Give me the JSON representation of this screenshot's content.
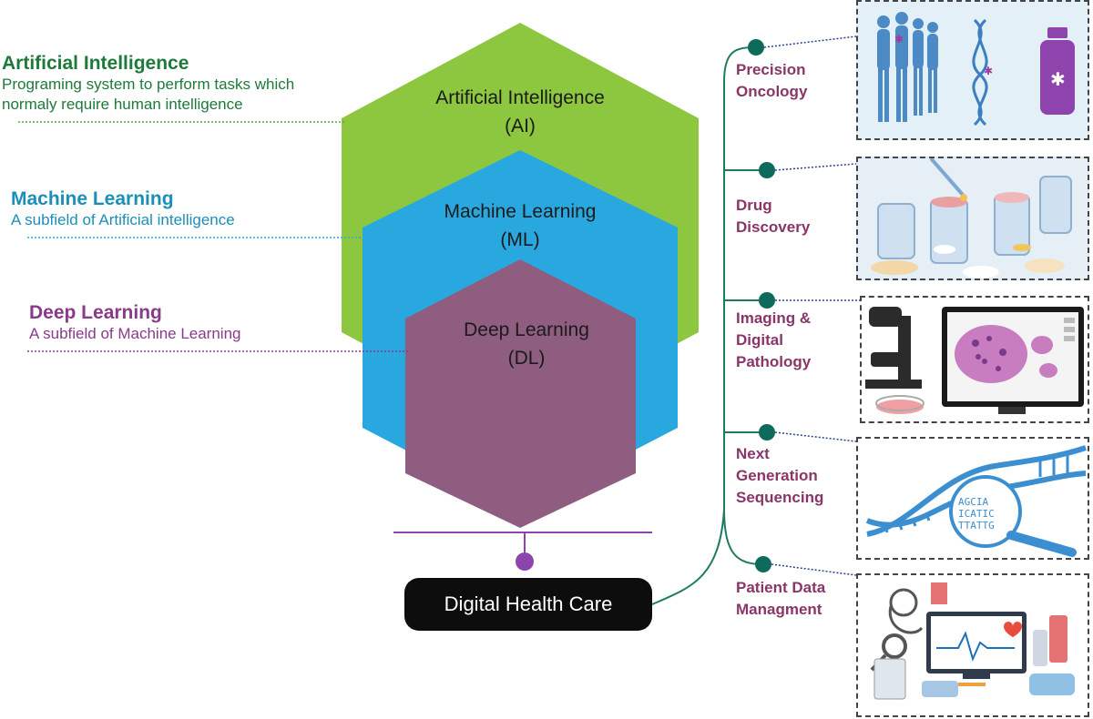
{
  "layers": [
    {
      "title": "Artificial Intelligence",
      "description_line1": "Programing system to perform tasks which",
      "description_line2": "normaly require human intelligence",
      "hex_line1": "Artificial Intelligence",
      "hex_line2": "(AI)",
      "color": "#8dc63f",
      "text_color": "#1d7a3a"
    },
    {
      "title": "Machine Learning",
      "description_line1": "A subfield of Artificial intelligence",
      "hex_line1": "Machine Learning",
      "hex_line2": "(ML)",
      "color": "#29a8e0",
      "text_color": "#1b8fb8"
    },
    {
      "title": "Deep Learning",
      "description_line1": "A subfield of Machine Learning",
      "hex_line1": "Deep Learning",
      "hex_line2": "(DL)",
      "color": "#8e5d80",
      "text_color": "#8a3a8a"
    }
  ],
  "hub": {
    "label": "Digital Health Care",
    "connector_color": "#8e44ad"
  },
  "applications": [
    {
      "label": "Precision\nOncology",
      "image": "people-dna-vial"
    },
    {
      "label": "Drug\nDiscovery",
      "image": "test-tubes-pills"
    },
    {
      "label": "Imaging &\nDigital\nPathology",
      "image": "microscope-monitor-cells"
    },
    {
      "label": "Next\nGeneration\nSequencing",
      "image": "dna-magnifier"
    },
    {
      "label": "Patient Data\nManagment",
      "image": "medical-devices-monitor"
    }
  ],
  "colors": {
    "app_label": "#8a3568",
    "node": "#0e6b5b",
    "tree_line": "#1f7a62"
  }
}
